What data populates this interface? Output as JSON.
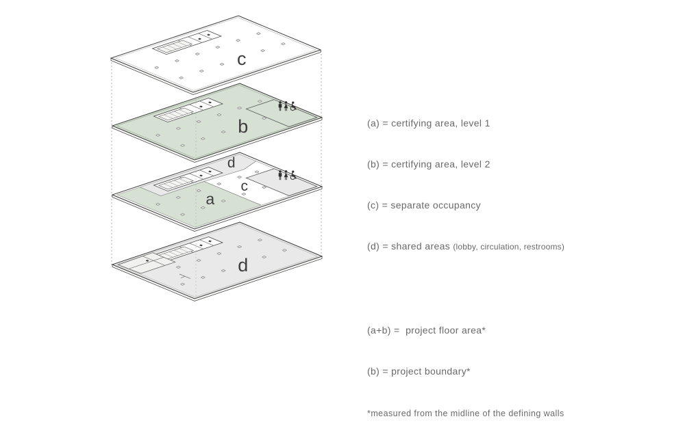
{
  "colors": {
    "green": "#d7e1d3",
    "grey": "#e9e9ea",
    "slab": "#f6f6f4",
    "line": "#3f3f3f",
    "wall": "#6f6f6f",
    "text-grey": "#696969",
    "label-grey": "#3e3e3e",
    "icon-dark": "#2f2f2f",
    "column-fill": "#dcdcdc",
    "guide": "#9a9a9a",
    "white": "#ffffff"
  },
  "diagram": {
    "floors": [
      {
        "name": "level-3-separate-occupancy",
        "label": "c"
      },
      {
        "name": "level-2-certifying-area",
        "label": "b"
      },
      {
        "name": "level-1-mixed",
        "regions": [
          {
            "label": "d"
          },
          {
            "label": "c"
          },
          {
            "label": "a"
          }
        ]
      },
      {
        "name": "ground-shared-areas",
        "label": "d"
      }
    ],
    "icons": {
      "restroom": [
        "man",
        "woman",
        "wheelchair"
      ]
    }
  },
  "legend": {
    "definitions": [
      {
        "text": "(a) = certifying area, level 1"
      },
      {
        "text": "(b) = certifying area, level 2"
      },
      {
        "text": "(c) = separate occupancy"
      },
      {
        "text": "(d) = shared areas",
        "note": "(lobby, circulation, restrooms)"
      }
    ],
    "measurements": [
      {
        "text": "(a+b) =  project floor area*"
      },
      {
        "text": "(b) = project boundary*"
      }
    ],
    "footnote": "*measured from the midline of the defining walls"
  }
}
